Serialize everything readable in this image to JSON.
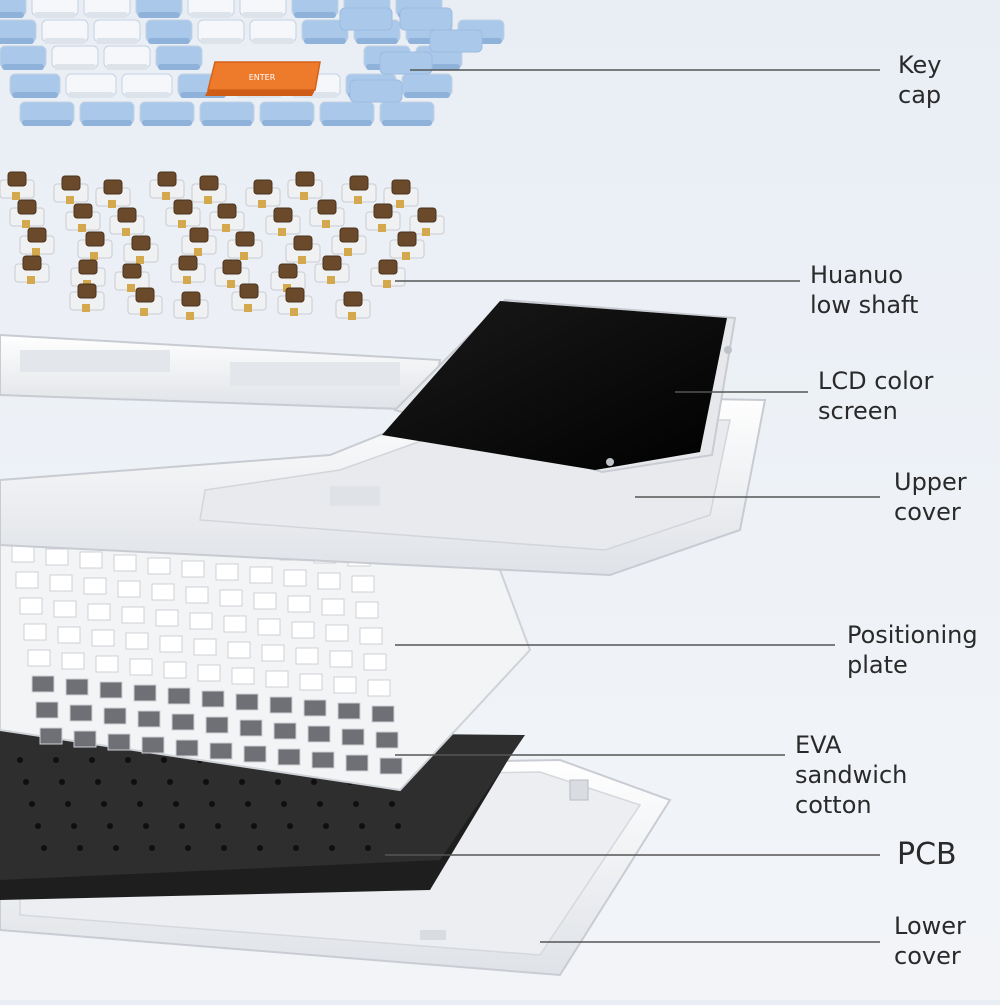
{
  "diagram": {
    "labels": [
      {
        "id": "key-cap",
        "lines": [
          "Key",
          "cap"
        ]
      },
      {
        "id": "huanuo-low-shaft",
        "lines": [
          "Huanuo",
          "low shaft"
        ]
      },
      {
        "id": "lcd-color-screen",
        "lines": [
          "LCD color",
          "screen"
        ]
      },
      {
        "id": "upper-cover",
        "lines": [
          "Upper",
          "cover"
        ]
      },
      {
        "id": "positioning-plate",
        "lines": [
          "Positioning",
          "plate"
        ]
      },
      {
        "id": "eva-sandwich-cotton",
        "lines": [
          "EVA",
          "sandwich",
          "cotton"
        ]
      },
      {
        "id": "pcb",
        "lines": [
          "PCB"
        ]
      },
      {
        "id": "lower-cover",
        "lines": [
          "Lower",
          "cover"
        ]
      }
    ]
  },
  "colors": {
    "background": "#eaeff5",
    "keycap_blue": "#a9c8ea",
    "keycap_white": "#f5f7fa",
    "enter_key": "#ee7a2b",
    "switch_brown": "#6b4a2b",
    "lcd_black": "#0a0a0a",
    "pcb_black": "#1e1e1e",
    "frame_white": "#f7f7f7",
    "leader_line": "#555555"
  },
  "icons": {
    "enter_key_text": "ENTER"
  }
}
